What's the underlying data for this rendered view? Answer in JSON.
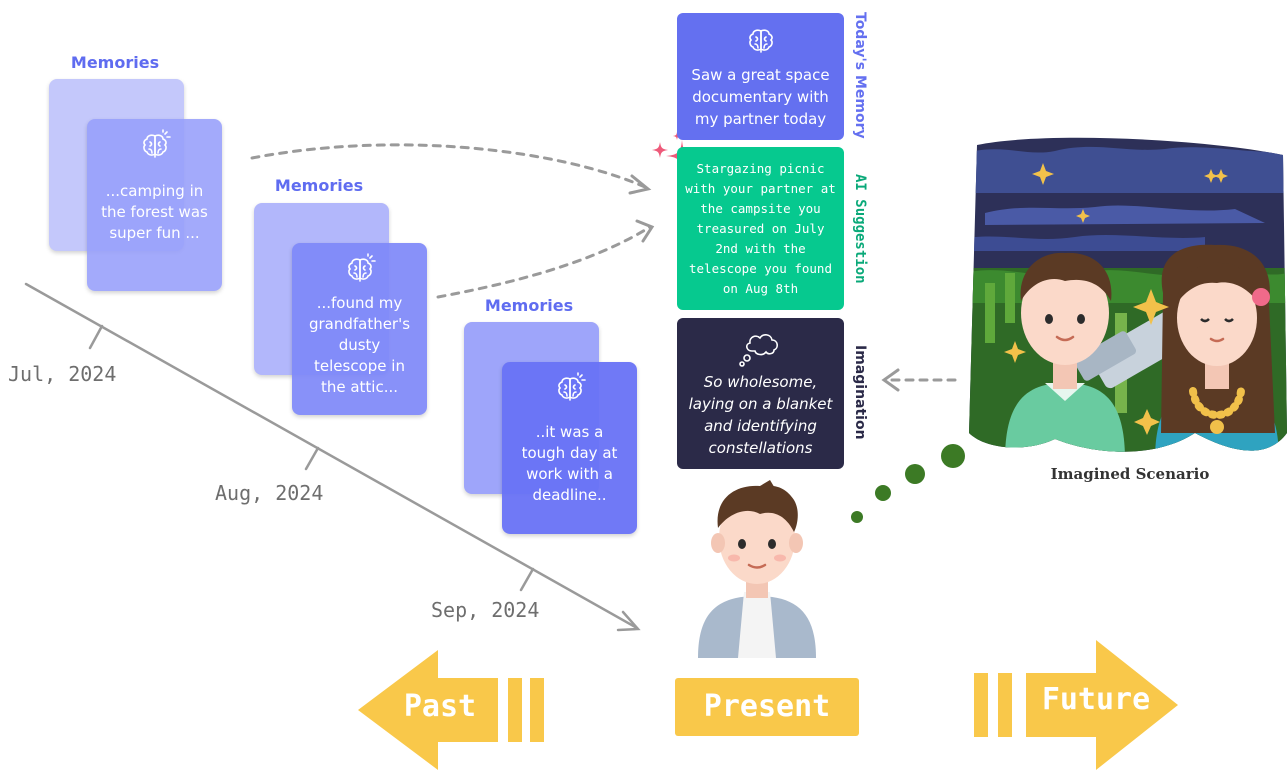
{
  "memories": [
    {
      "title": "Memories",
      "text": "...camping in the forest was super fun ..."
    },
    {
      "title": "Memories",
      "text": "...found my grandfather's dusty telescope in the attic..."
    },
    {
      "title": "Memories",
      "text": "..it was a tough day at work with a deadline.."
    }
  ],
  "timeline": {
    "dates": [
      "Jul, 2024",
      "Aug, 2024",
      "Sep, 2024"
    ]
  },
  "panels": {
    "today": {
      "label": "Today's Memory",
      "text": "Saw a great space documentary with my partner today",
      "color": "#6470f0"
    },
    "suggestion": {
      "label": "AI Suggestion",
      "text": "Stargazing picnic with your partner at the campsite you treasured on July 2nd with the telescope you found on Aug 8th",
      "color": "#06c98f"
    },
    "imagination": {
      "label": "Imagination",
      "text": "So wholesome, laying on a blanket and identifying constellations",
      "color": "#2b2a48"
    }
  },
  "scenario": {
    "caption": "Imagined Scenario"
  },
  "arrows": {
    "past": "Past",
    "present": "Present",
    "future": "Future",
    "color": "#f9c84a"
  },
  "icons": [
    "brain-icon",
    "sparkle-icon",
    "thought-cloud-icon",
    "person-illustration",
    "couple-illustration"
  ]
}
